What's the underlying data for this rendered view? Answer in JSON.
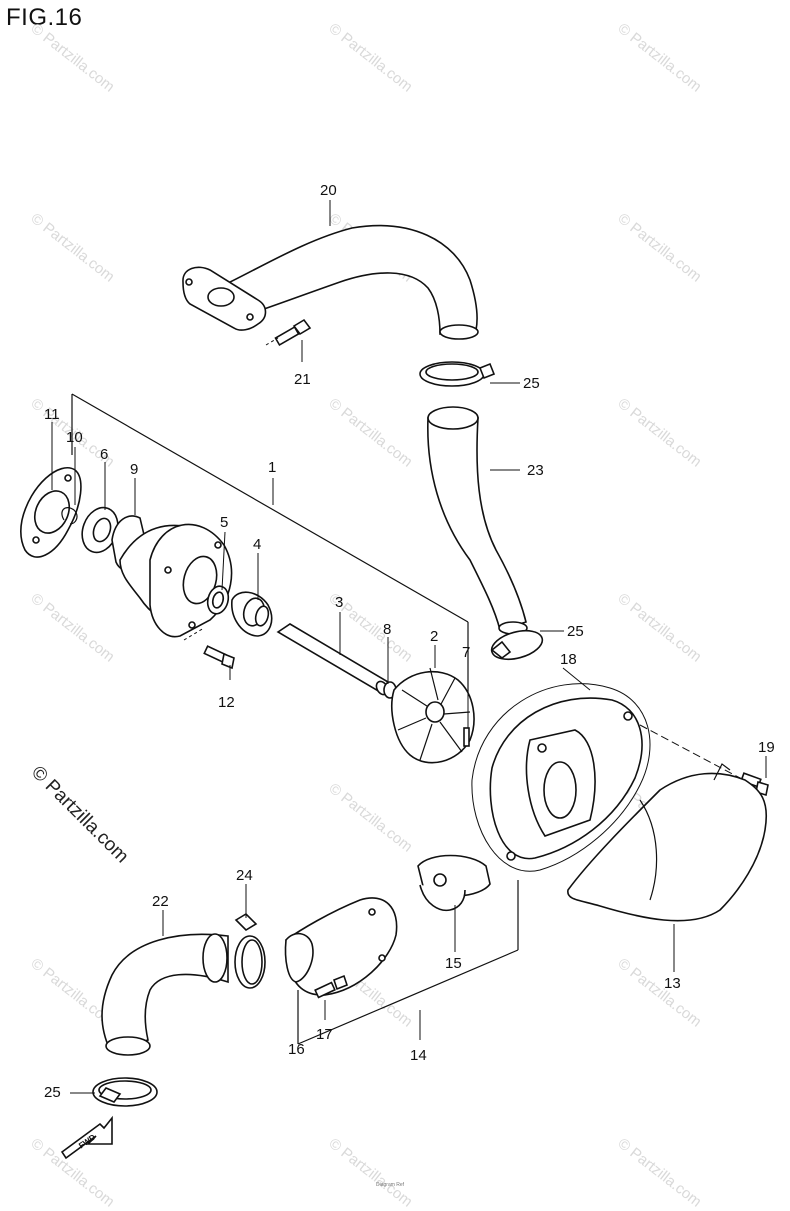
{
  "figure": {
    "title": "FIG.16"
  },
  "callouts": [
    {
      "id": "1",
      "label": "1"
    },
    {
      "id": "2",
      "label": "2"
    },
    {
      "id": "3",
      "label": "3"
    },
    {
      "id": "4",
      "label": "4"
    },
    {
      "id": "5",
      "label": "5"
    },
    {
      "id": "6",
      "label": "6"
    },
    {
      "id": "7",
      "label": "7"
    },
    {
      "id": "8",
      "label": "8"
    },
    {
      "id": "9",
      "label": "9"
    },
    {
      "id": "10",
      "label": "10"
    },
    {
      "id": "11",
      "label": "11"
    },
    {
      "id": "12",
      "label": "12"
    },
    {
      "id": "13",
      "label": "13"
    },
    {
      "id": "14",
      "label": "14"
    },
    {
      "id": "15",
      "label": "15"
    },
    {
      "id": "16",
      "label": "16"
    },
    {
      "id": "17",
      "label": "17"
    },
    {
      "id": "18",
      "label": "18"
    },
    {
      "id": "19",
      "label": "19"
    },
    {
      "id": "20",
      "label": "20"
    },
    {
      "id": "21",
      "label": "21"
    },
    {
      "id": "22",
      "label": "22"
    },
    {
      "id": "23",
      "label": "23"
    },
    {
      "id": "24",
      "label": "24"
    },
    {
      "id": "25a",
      "label": "25"
    },
    {
      "id": "25b",
      "label": "25"
    },
    {
      "id": "25c",
      "label": "25"
    }
  ],
  "watermark": {
    "small": "© Partzilla.com",
    "large": "© Partzilla.com"
  },
  "direction_arrow": {
    "label": "FWD",
    "icon": "fwd-arrow-icon"
  },
  "footer_fineprint": "Diagram Ref",
  "colors": {
    "ink": "#111111",
    "watermark": "#d9d9d9",
    "background": "#ffffff"
  }
}
